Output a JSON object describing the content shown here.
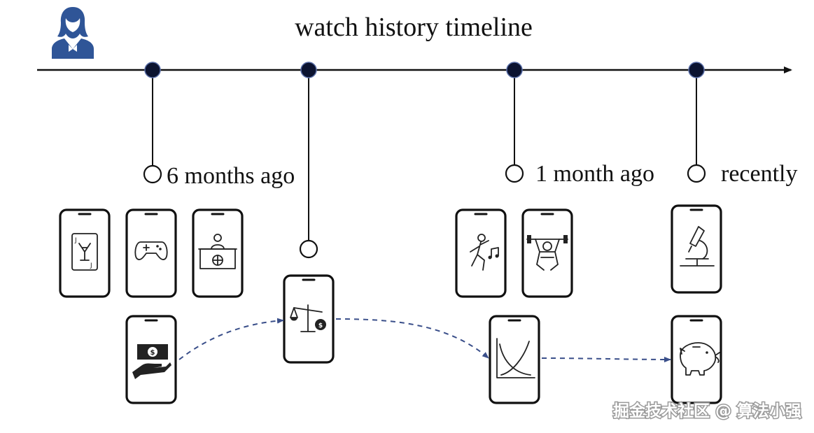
{
  "title": "watch history timeline",
  "watermark": "掘金技术社区 @ 算法小强",
  "timeline": {
    "milestones": [
      {
        "label": "6 months ago"
      },
      {
        "label": ""
      },
      {
        "label": "1 month ago"
      },
      {
        "label": "recently"
      }
    ]
  },
  "icons": {
    "user": "user-avatar-icon",
    "phones": [
      "playing-card-joker-icon",
      "gamepad-icon",
      "news-anchor-icon",
      "money-hand-icon",
      "scale-money-icon",
      "dancer-music-icon",
      "weightlifter-icon",
      "supply-demand-chart-icon",
      "microscope-icon",
      "piggy-bank-icon"
    ]
  },
  "colors": {
    "timeline": "#111111",
    "node_fill": "#0b1330",
    "arrow_dashed": "#3a4f8a",
    "avatar": "#2f5597"
  }
}
